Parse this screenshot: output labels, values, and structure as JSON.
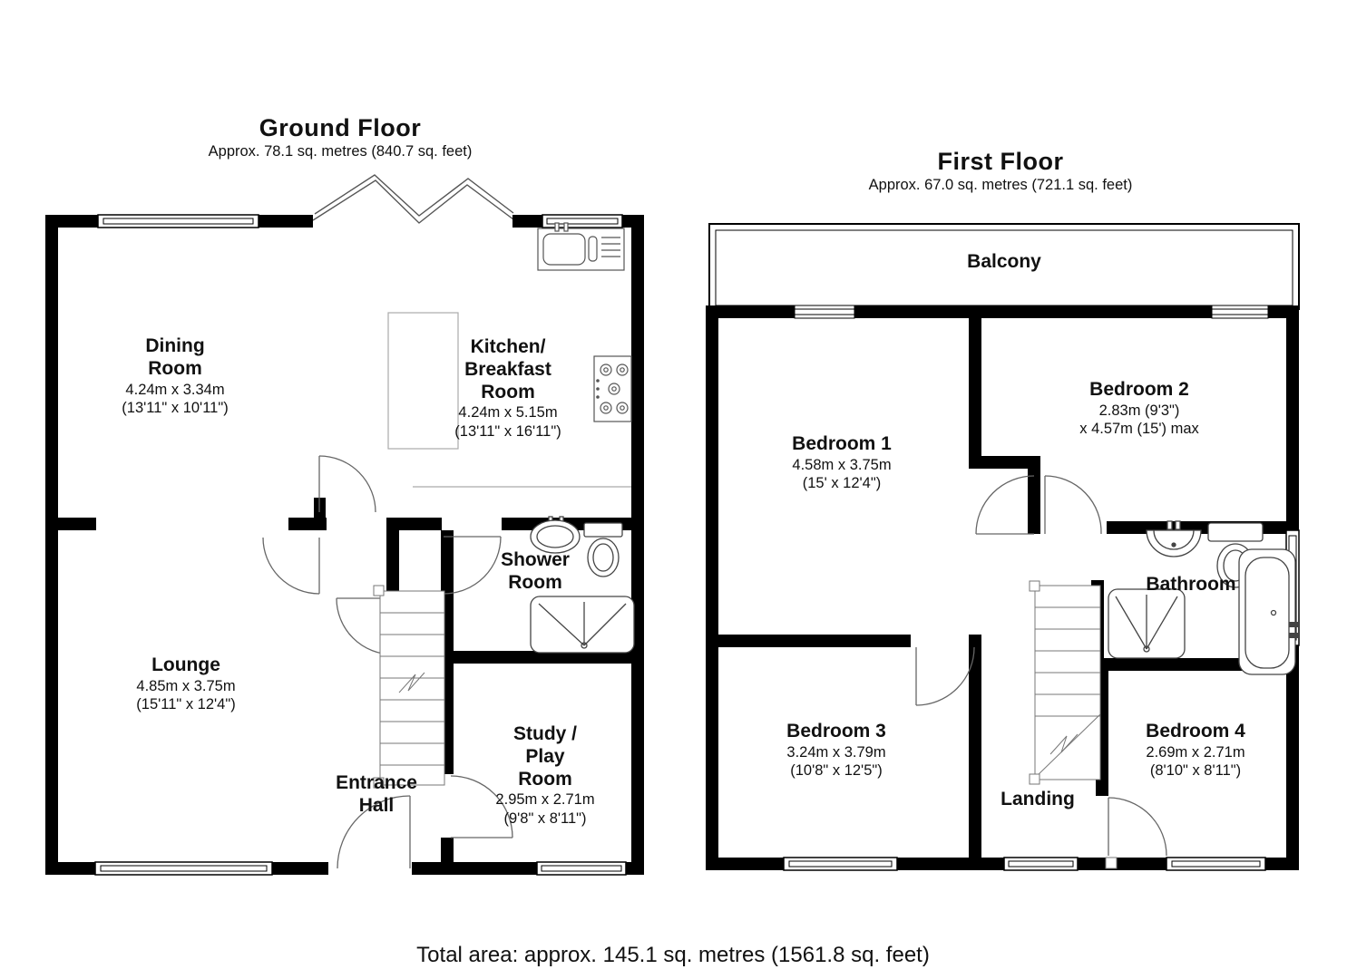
{
  "page": {
    "background": "#ffffff",
    "wall_color": "#000000"
  },
  "ground_floor": {
    "title": "Ground Floor",
    "subtitle": "Approx. 78.1 sq. metres (840.7 sq. feet)",
    "rooms": {
      "dining_room": {
        "line1": "Dining",
        "line2": "Room",
        "dim_metric": "4.24m x 3.34m",
        "dim_imperial": "(13'11\" x 10'11\")"
      },
      "kitchen_breakfast_room": {
        "line1": "Kitchen/",
        "line2": "Breakfast",
        "line3": "Room",
        "dim_metric": "4.24m x 5.15m",
        "dim_imperial": "(13'11\" x 16'11\")"
      },
      "lounge": {
        "line1": "Lounge",
        "dim_metric": "4.85m x 3.75m",
        "dim_imperial": "(15'11\" x 12'4\")"
      },
      "shower_room": {
        "line1": "Shower",
        "line2": "Room"
      },
      "entrance_hall": {
        "line1": "Entrance",
        "line2": "Hall"
      },
      "study_play_room": {
        "line1": "Study /",
        "line2": "Play",
        "line3": "Room",
        "dim_metric": "2.95m x 2.71m",
        "dim_imperial": "(9'8\" x 8'11\")"
      }
    }
  },
  "first_floor": {
    "title": "First Floor",
    "subtitle": "Approx. 67.0 sq. metres (721.1 sq. feet)",
    "rooms": {
      "balcony": {
        "line1": "Balcony"
      },
      "bedroom_1": {
        "line1": "Bedroom 1",
        "dim_metric": "4.58m x 3.75m",
        "dim_imperial": "(15' x 12'4\")"
      },
      "bedroom_2": {
        "line1": "Bedroom 2",
        "dim_metric": "2.83m (9'3\")",
        "dim_imperial": "x 4.57m (15') max"
      },
      "bathroom": {
        "line1": "Bathroom"
      },
      "bedroom_3": {
        "line1": "Bedroom 3",
        "dim_metric": "3.24m x 3.79m",
        "dim_imperial": "(10'8\" x 12'5\")"
      },
      "landing": {
        "line1": "Landing"
      },
      "bedroom_4": {
        "line1": "Bedroom 4",
        "dim_metric": "2.69m x 2.71m",
        "dim_imperial": "(8'10\" x 8'11\")"
      }
    }
  },
  "footer": {
    "total_area": "Total area: approx. 145.1 sq. metres (1561.8 sq. feet)"
  }
}
